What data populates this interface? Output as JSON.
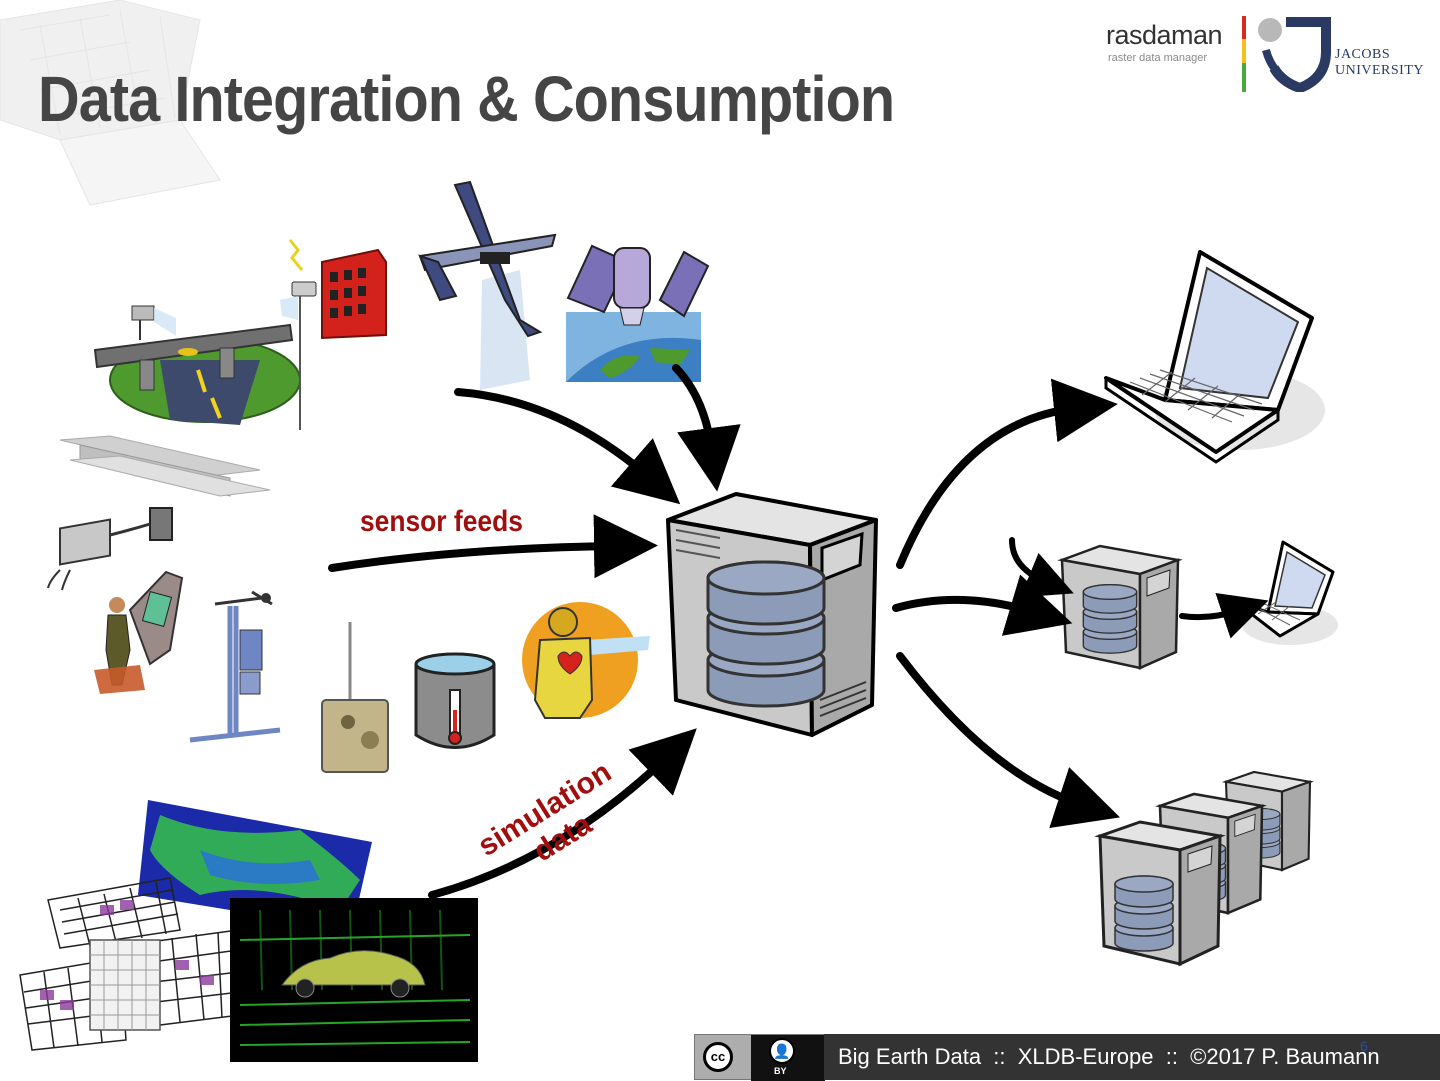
{
  "slide": {
    "title": "Data Integration & Consumption"
  },
  "logo": {
    "name": "rasdaman",
    "tagline": "raster data manager",
    "university_line1": "JACOBS",
    "university_line2": "UNIVERSITY"
  },
  "labels": {
    "sensor_feeds": "sensor feeds",
    "simulation_line1": "simulation",
    "simulation_line2": "data"
  },
  "footer": {
    "license_cc": "cc",
    "license_by": "BY",
    "text": "Big Earth Data  ::  XLDB-Europe  ::  ©2017 P. Baumann",
    "page": "6"
  },
  "colors": {
    "title": "#454545",
    "accent_label": "#a10e0e",
    "footer_bg": "#333333",
    "disk": "#8c9bb8",
    "server_body": "#c9c9c9"
  }
}
